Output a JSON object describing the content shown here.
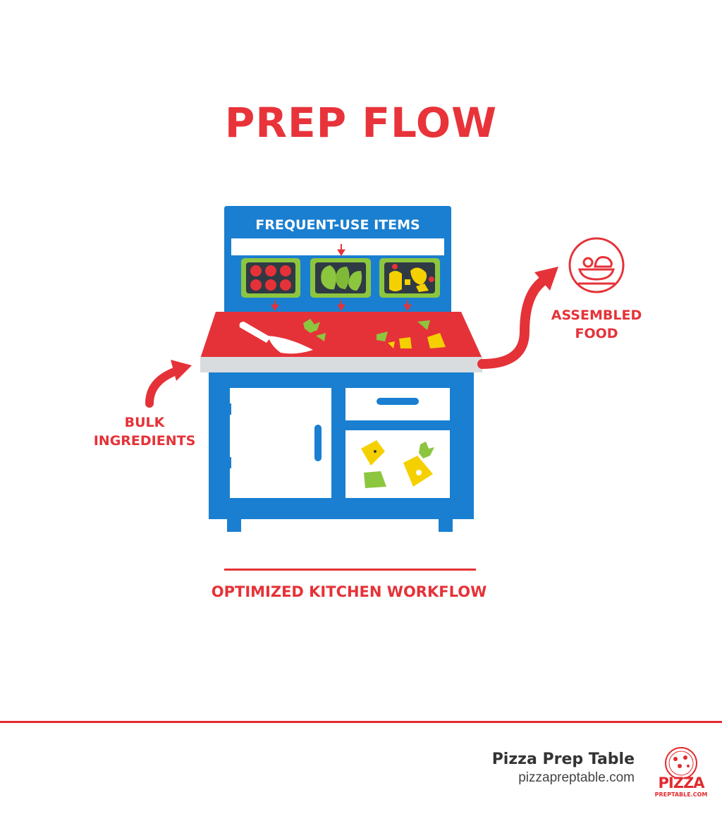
{
  "title": "PREP FLOW",
  "labels": {
    "frequent_use": "FREQUENT-USE ITEMS",
    "assembled_line1": "ASSEMBLED",
    "assembled_line2": "FOOD",
    "bulk_line1": "BULK",
    "bulk_line2": "INGREDIENTS",
    "workflow": "OPTIMIZED KITCHEN WORKFLOW"
  },
  "footer": {
    "brand_name": "Pizza Prep Table",
    "brand_url": "pizzapreptable.com",
    "logo_word": "PIZZA",
    "logo_sub": "PREPTABLE.COM"
  },
  "colors": {
    "accent_red": "#e53238",
    "table_blue": "#1a7fd0",
    "ingredient_green": "#8cc63f",
    "ingredient_yellow": "#f5d000"
  }
}
